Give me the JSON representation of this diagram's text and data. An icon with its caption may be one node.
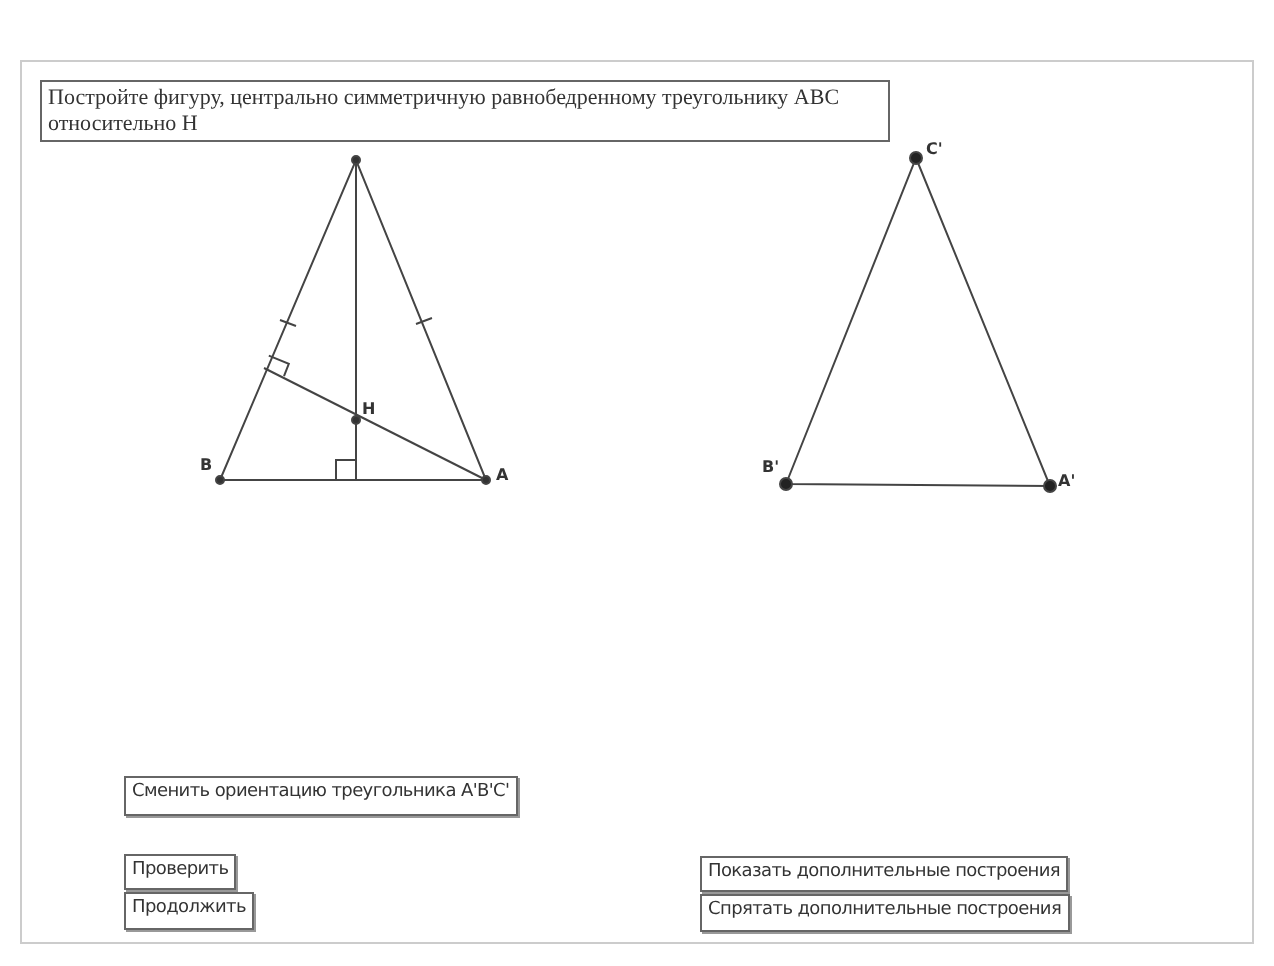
{
  "diagram": {
    "nodes": [
      {
        "text": [
          "Постройте фигуру, центрально симметричную равнобедренному треугольнику ABC относительно H"
        ]
      },
      {
        "text": [
          "Сменить ориентацию треугольника A'B'C'"
        ]
      },
      {
        "text": [
          "Проверить"
        ]
      },
      {
        "text": [
          "Продолжить"
        ]
      },
      {
        "text": [
          "Показать дополнительные построения"
        ]
      },
      {
        "text": [
          "Спрятать дополнительные построения"
        ]
      }
    ],
    "labels": [
      "H",
      "B",
      "A",
      "C'",
      "B'",
      "A'"
    ]
  }
}
